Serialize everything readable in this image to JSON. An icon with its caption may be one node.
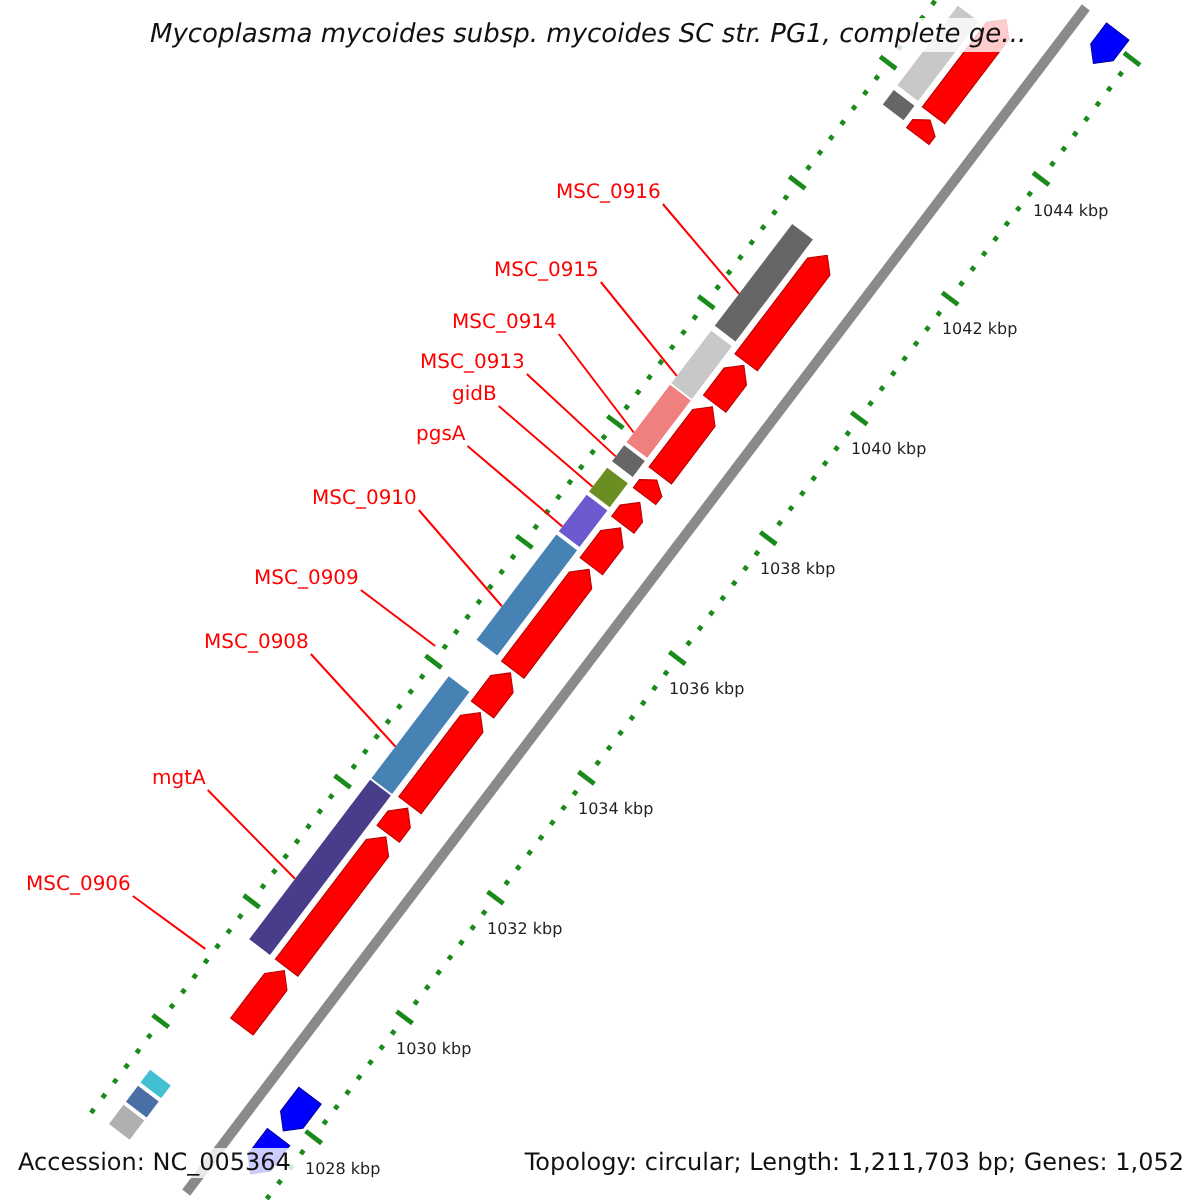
{
  "diagram": {
    "title": "Mycoplasma mycoides subsp. mycoides SC str. PG1, complete ge...",
    "nodes": [
      {
        "text": [
          "MSC_0916"
        ]
      },
      {
        "text": [
          "MSC_0915"
        ]
      },
      {
        "text": [
          "MSC_0914"
        ]
      },
      {
        "text": [
          "MSC_0913"
        ]
      },
      {
        "text": [
          "gidB"
        ]
      },
      {
        "text": [
          "pgsA"
        ]
      },
      {
        "text": [
          "MSC_0910"
        ]
      },
      {
        "text": [
          "MSC_0909"
        ]
      },
      {
        "text": [
          "MSC_0908"
        ]
      },
      {
        "text": [
          "mgtA"
        ]
      },
      {
        "text": [
          "MSC_0906"
        ]
      },
      {
        "text": [],
        "shape": "bar"
      },
      {
        "text": [],
        "shape": "bar"
      },
      {
        "text": [],
        "shape": "bar"
      },
      {
        "text": [],
        "shape": "bar"
      },
      {
        "text": [],
        "shape": "bar"
      },
      {
        "text": [],
        "shape": "bar"
      },
      {
        "text": [],
        "shape": "bar"
      },
      {
        "text": [],
        "shape": "bar"
      },
      {
        "text": [],
        "shape": "bar"
      },
      {
        "text": [],
        "shape": "bar"
      },
      {
        "text": [],
        "shape": "bar"
      },
      {
        "text": [],
        "shape": "bar"
      },
      {
        "text": [],
        "shape": "bar"
      },
      {
        "text": [],
        "shape": "bar"
      }
    ],
    "edges": [
      {
        "from": 0,
        "to": 13,
        "arrow": "none"
      },
      {
        "from": 1,
        "to": 14,
        "arrow": "none"
      },
      {
        "from": 2,
        "to": 15,
        "arrow": "none"
      },
      {
        "from": 3,
        "to": 16,
        "arrow": "none"
      },
      {
        "from": 4,
        "to": 17,
        "arrow": "none"
      },
      {
        "from": 5,
        "to": 18,
        "arrow": "none"
      },
      {
        "from": 6,
        "to": 19,
        "arrow": "none"
      },
      {
        "from": 7,
        "to": null,
        "arrow": "none"
      },
      {
        "from": 8,
        "to": 20,
        "arrow": "none"
      },
      {
        "from": 9,
        "to": 21,
        "arrow": "none"
      },
      {
        "from": 10,
        "to": null,
        "arrow": "none"
      }
    ],
    "labels": [
      "1044 kbp",
      "1042 kbp",
      "1040 kbp",
      "1038 kbp",
      "1036 kbp",
      "1034 kbp",
      "1032 kbp",
      "1030 kbp",
      "1028 kbp",
      "Accession: NC_005364",
      "Topology: circular; Length: 1,211,703 bp; Genes: 1,052"
    ]
  }
}
